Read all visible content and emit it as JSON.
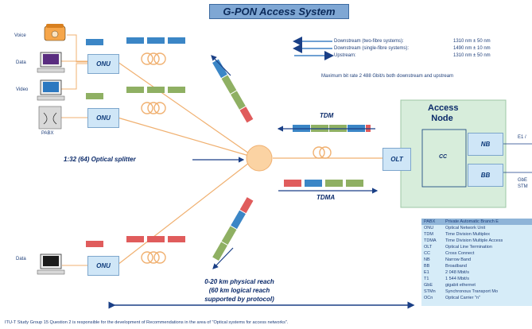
{
  "title": "G-PON Access System",
  "devices": {
    "voice": "Voice",
    "data1": "Data",
    "video": "Video",
    "pabx": "PABX",
    "data2": "Data"
  },
  "onu_label": "ONU",
  "downstream": [
    {
      "label": "Downstream (two-fibre systems):",
      "value": "1310 nm  ±  50 nm"
    },
    {
      "label": "Downstream (single-fibre systems):",
      "value": "1490 nm  ±  10 nm"
    },
    {
      "label": "Upstream:",
      "value": "1310 nm  ±  50 nm"
    }
  ],
  "max_bitrate": "Maximum bit rate 2 488 Gbit/s both downstream and upstream",
  "tdm": "TDM",
  "tdma": "TDMA",
  "splitter": "1:32 (64) Optical splitter",
  "access_node": {
    "line1": "Access",
    "line2": "Node"
  },
  "olt": "OLT",
  "cc": "CC",
  "nb": "NB",
  "bb": "BB",
  "e1": "E1 /",
  "gbe": "GbE",
  "stm": "STM",
  "reach": {
    "line1": "0-20 km physical reach",
    "line2": "(60 km logical reach",
    "line3": "supported by protocol)"
  },
  "legend": [
    {
      "abbr": "PABX",
      "def": "Private Automatic Branch E"
    },
    {
      "abbr": "ONU",
      "def": "Optical Network Unit"
    },
    {
      "abbr": "TDM",
      "def": "Time Division Multiplex"
    },
    {
      "abbr": "TDMA",
      "def": "Time Division Multiple Access"
    },
    {
      "abbr": "OLT",
      "def": "Optical Line Termination"
    },
    {
      "abbr": "CC",
      "def": "Cross Connect"
    },
    {
      "abbr": "NB",
      "def": "Narrow Band"
    },
    {
      "abbr": "BB",
      "def": "Broadband"
    },
    {
      "abbr": "E1",
      "def": "2 048 Mbit/s"
    },
    {
      "abbr": "T1",
      "def": "1 544 Mbit/s"
    },
    {
      "abbr": "GbE",
      "def": "gigabit ethernet"
    },
    {
      "abbr": "STMn",
      "def": "Synchronous Transport Mo"
    },
    {
      "abbr": "OCn",
      "def": "Optical Carrier \"n\""
    }
  ],
  "footer": "ITU-T Study Group 15 Question 2 is responsible for the development of Recommendations in the area of \"Optical systems for access networks\".",
  "colors": {
    "packet_blue": "#3b86c6",
    "packet_green": "#8fb063",
    "packet_red": "#e05c5c",
    "fibre": "#f0b070"
  }
}
